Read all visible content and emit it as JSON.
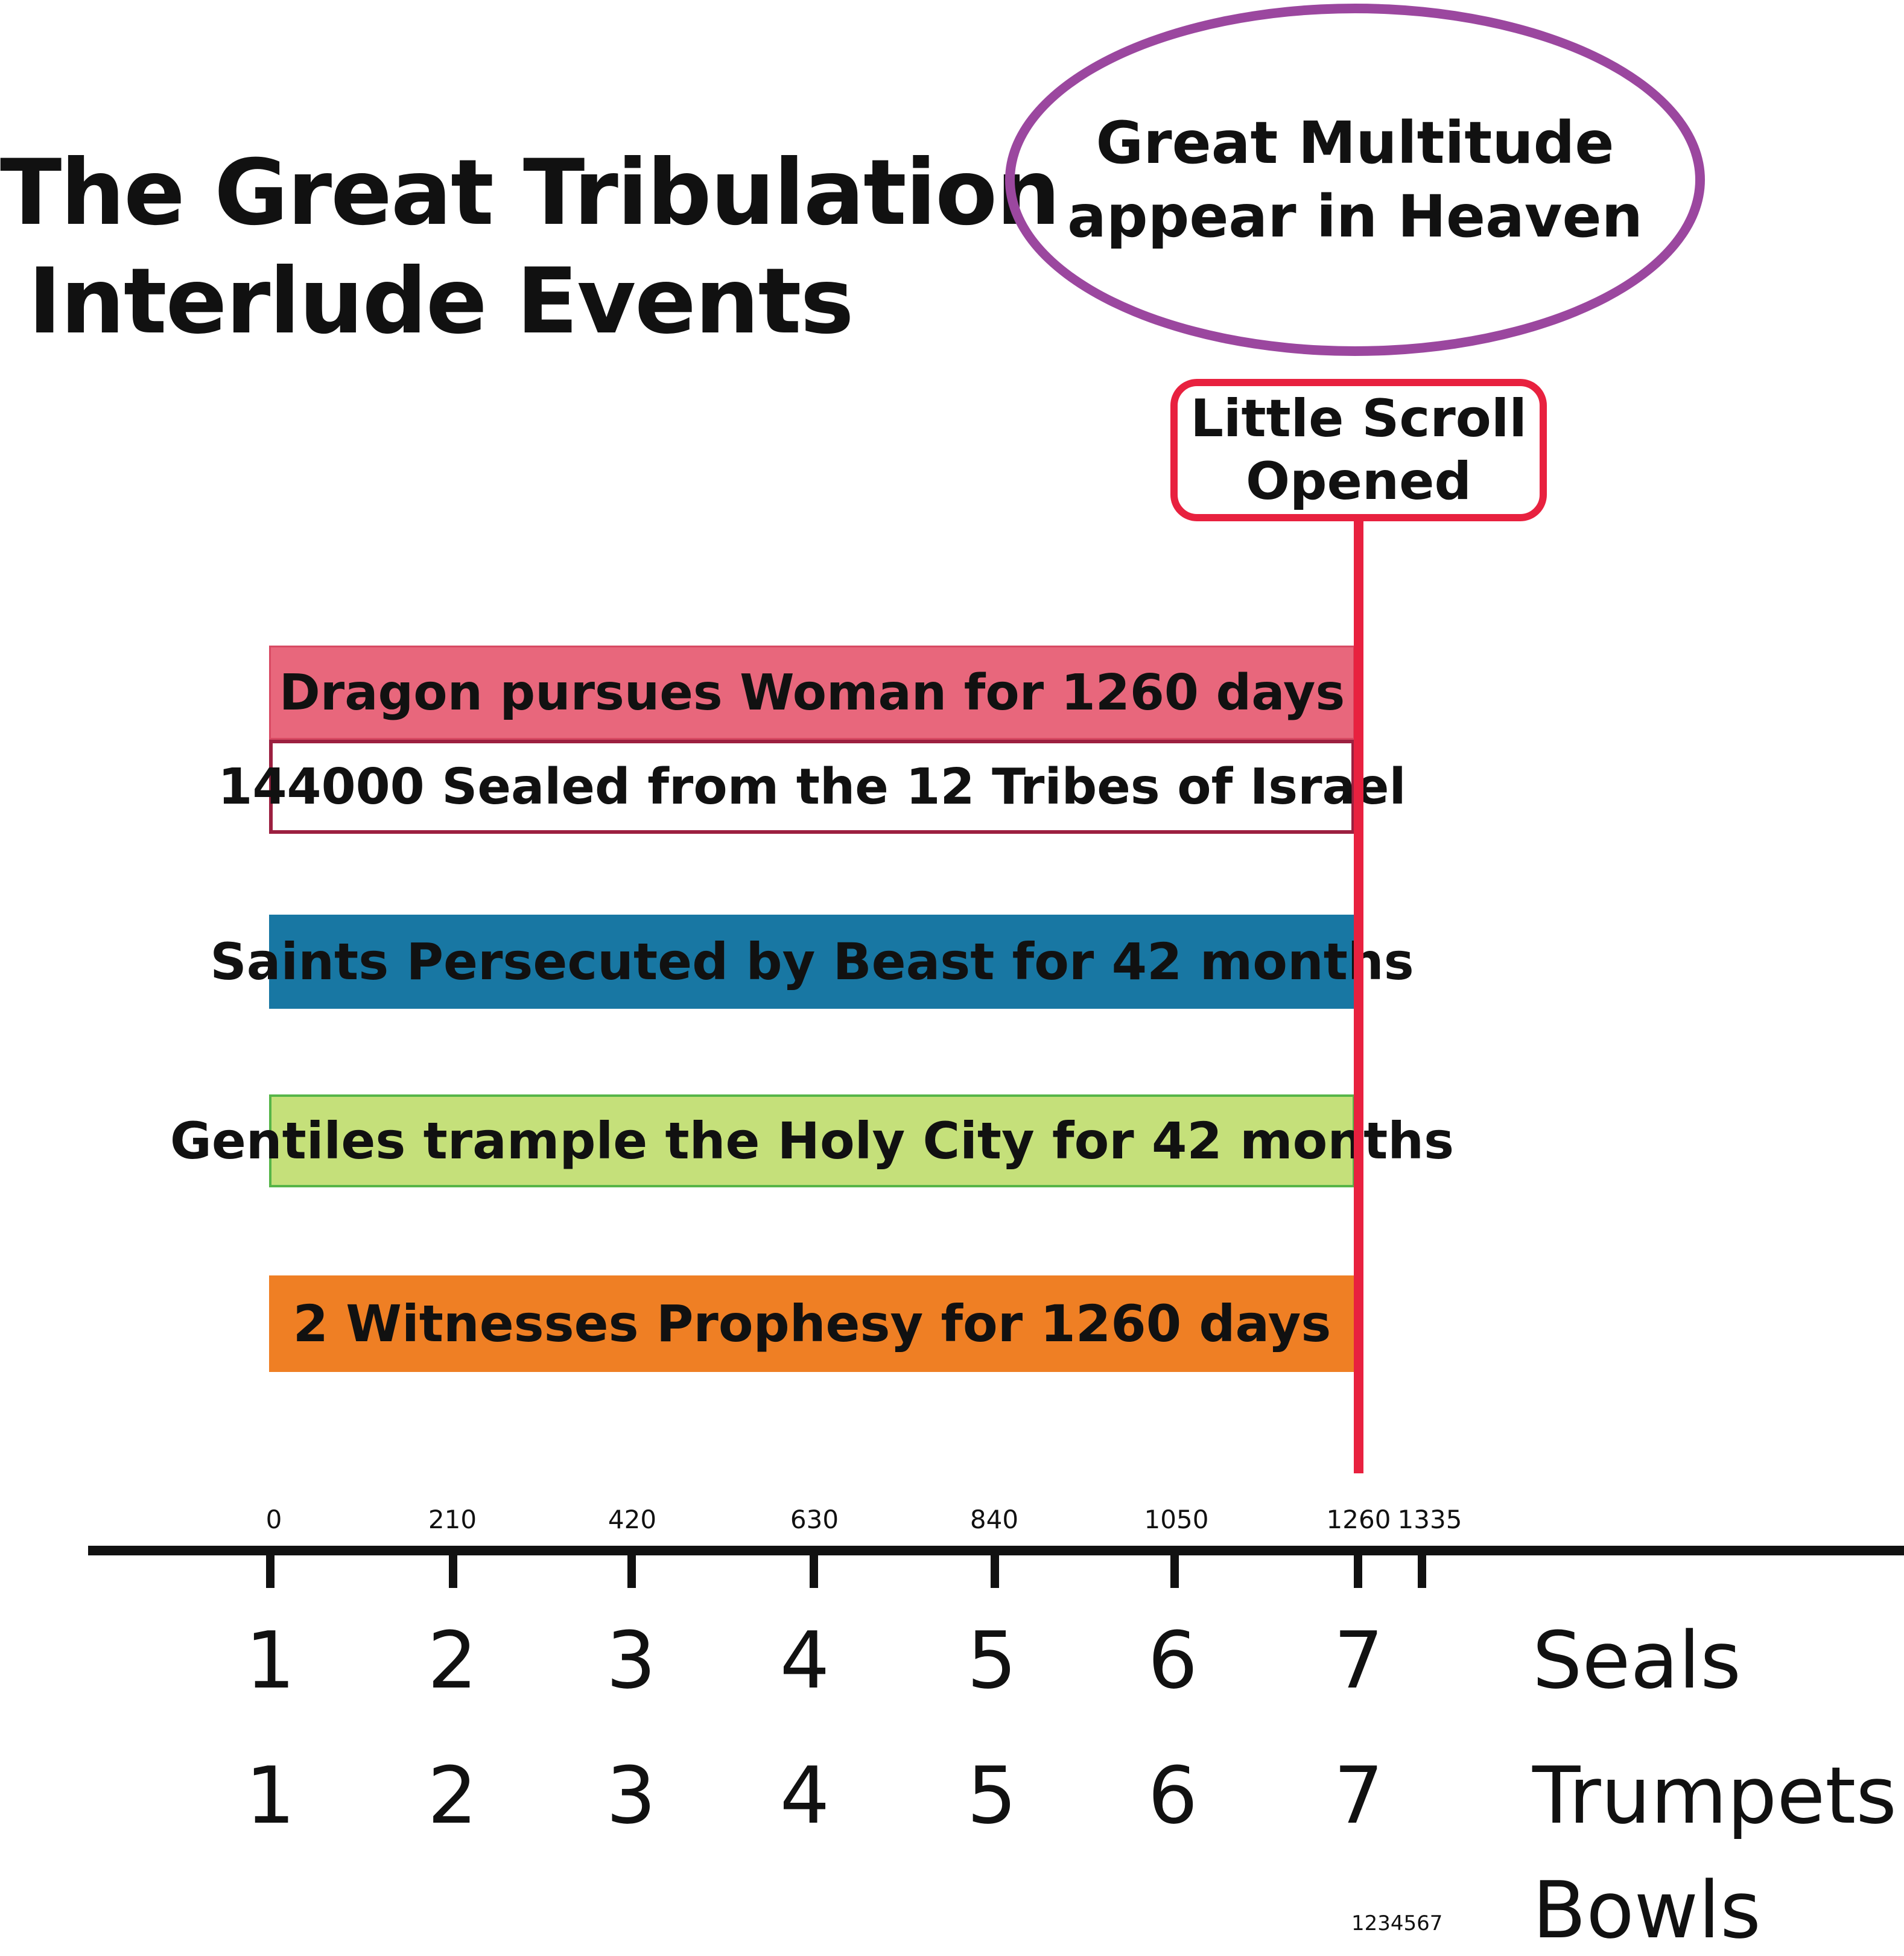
{
  "title": {
    "line1": "The Great Tribulation",
    "line2": "Interlude Events"
  },
  "great_multitude": {
    "line1": "Great Multitude",
    "line2": "appear in Heaven",
    "color": "#9b479f"
  },
  "little_scroll": {
    "line1": "Little Scroll",
    "line2": "Opened",
    "color": "#e8213f"
  },
  "bars": [
    {
      "label": "Dragon pursues Woman for 1260 days",
      "start": 0,
      "end": 1260,
      "color": "#e8677c"
    },
    {
      "label": "144000 Sealed from the 12 Tribes of Israel",
      "start": 0,
      "end": 1260,
      "color": "#ffffff"
    },
    {
      "label": "Saints Persecuted by Beast for 42 months",
      "start": 0,
      "end": 1260,
      "color": "#1877a3"
    },
    {
      "label": "Gentiles trample the Holy City for 42 months",
      "start": 0,
      "end": 1260,
      "color": "#c5e07a"
    },
    {
      "label": "2 Witnesses Prophesy for 1260 days",
      "start": 0,
      "end": 1260,
      "color": "#ef7f24"
    }
  ],
  "timeline": {
    "ticks": [
      "0",
      "210",
      "420",
      "630",
      "840",
      "1050",
      "1260",
      "1335"
    ],
    "marker_at": 1260
  },
  "rows": {
    "seals": {
      "label": "Seals",
      "numbers": [
        "1",
        "2",
        "3",
        "4",
        "5",
        "6",
        "7"
      ]
    },
    "trumpets": {
      "label": "Trumpets",
      "numbers": [
        "1",
        "2",
        "3",
        "4",
        "5",
        "6",
        "7"
      ]
    },
    "bowls": {
      "label": "Bowls",
      "numbers": "1234567"
    }
  }
}
